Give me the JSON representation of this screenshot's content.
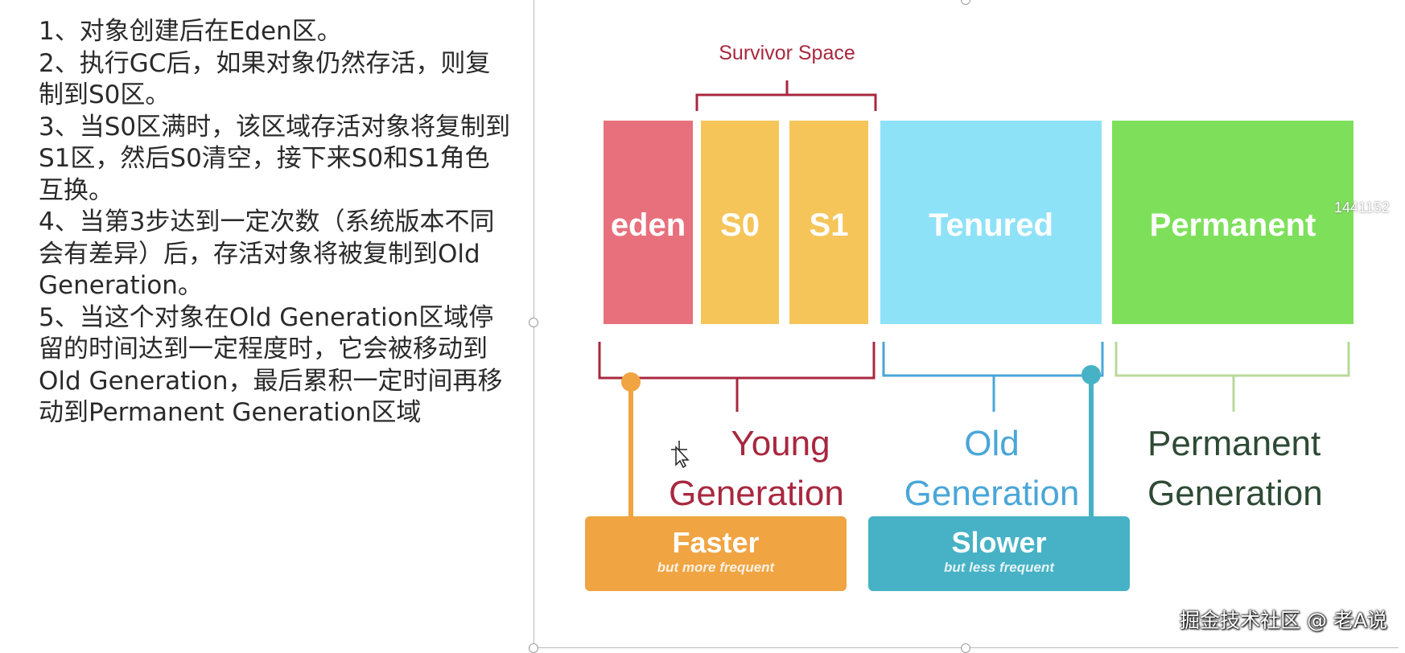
{
  "notes": [
    "1、对象创建后在Eden区。",
    "2、执行GC后，如果对象仍然存活，则复制到S0区。",
    "3、当S0区满时，该区域存活对象将复制到S1区，然后S0清空，接下来S0和S1角色互换。",
    "4、当第3步达到一定次数（系统版本不同会有差异）后，存活对象将被复制到Old Generation。",
    "5、当这个对象在Old Generation区域停留的时间达到一定程度时，它会被移动到Old Generation，最后累积一定时间再移动到Permanent Generation区域"
  ],
  "diagram": {
    "survivor_label": "Survivor Space",
    "blocks": {
      "eden": "eden",
      "s0": "S0",
      "s1": "S1",
      "tenured": "Tenured",
      "permanent": "Permanent"
    },
    "generations": {
      "young": [
        "Young",
        "Generation"
      ],
      "old": [
        "Old",
        "Generation"
      ],
      "permanent": [
        "Permanent",
        "Generation"
      ]
    },
    "speed": {
      "faster": "Faster",
      "faster_sub": "but more frequent",
      "slower": "Slower",
      "slower_sub": "but less frequent"
    },
    "side_number": "1441152"
  },
  "colors": {
    "eden": "#e8707d",
    "survivor": "#f5c55a",
    "tenured": "#8ee2f7",
    "permanent": "#7ee05a",
    "young_text": "#a8283f",
    "old_text": "#4aa6d8",
    "perm_text": "#2e4a35",
    "faster_box": "#f0a442",
    "slower_box": "#47b2c5"
  },
  "watermark": "掘金技术社区 @ 老A说"
}
